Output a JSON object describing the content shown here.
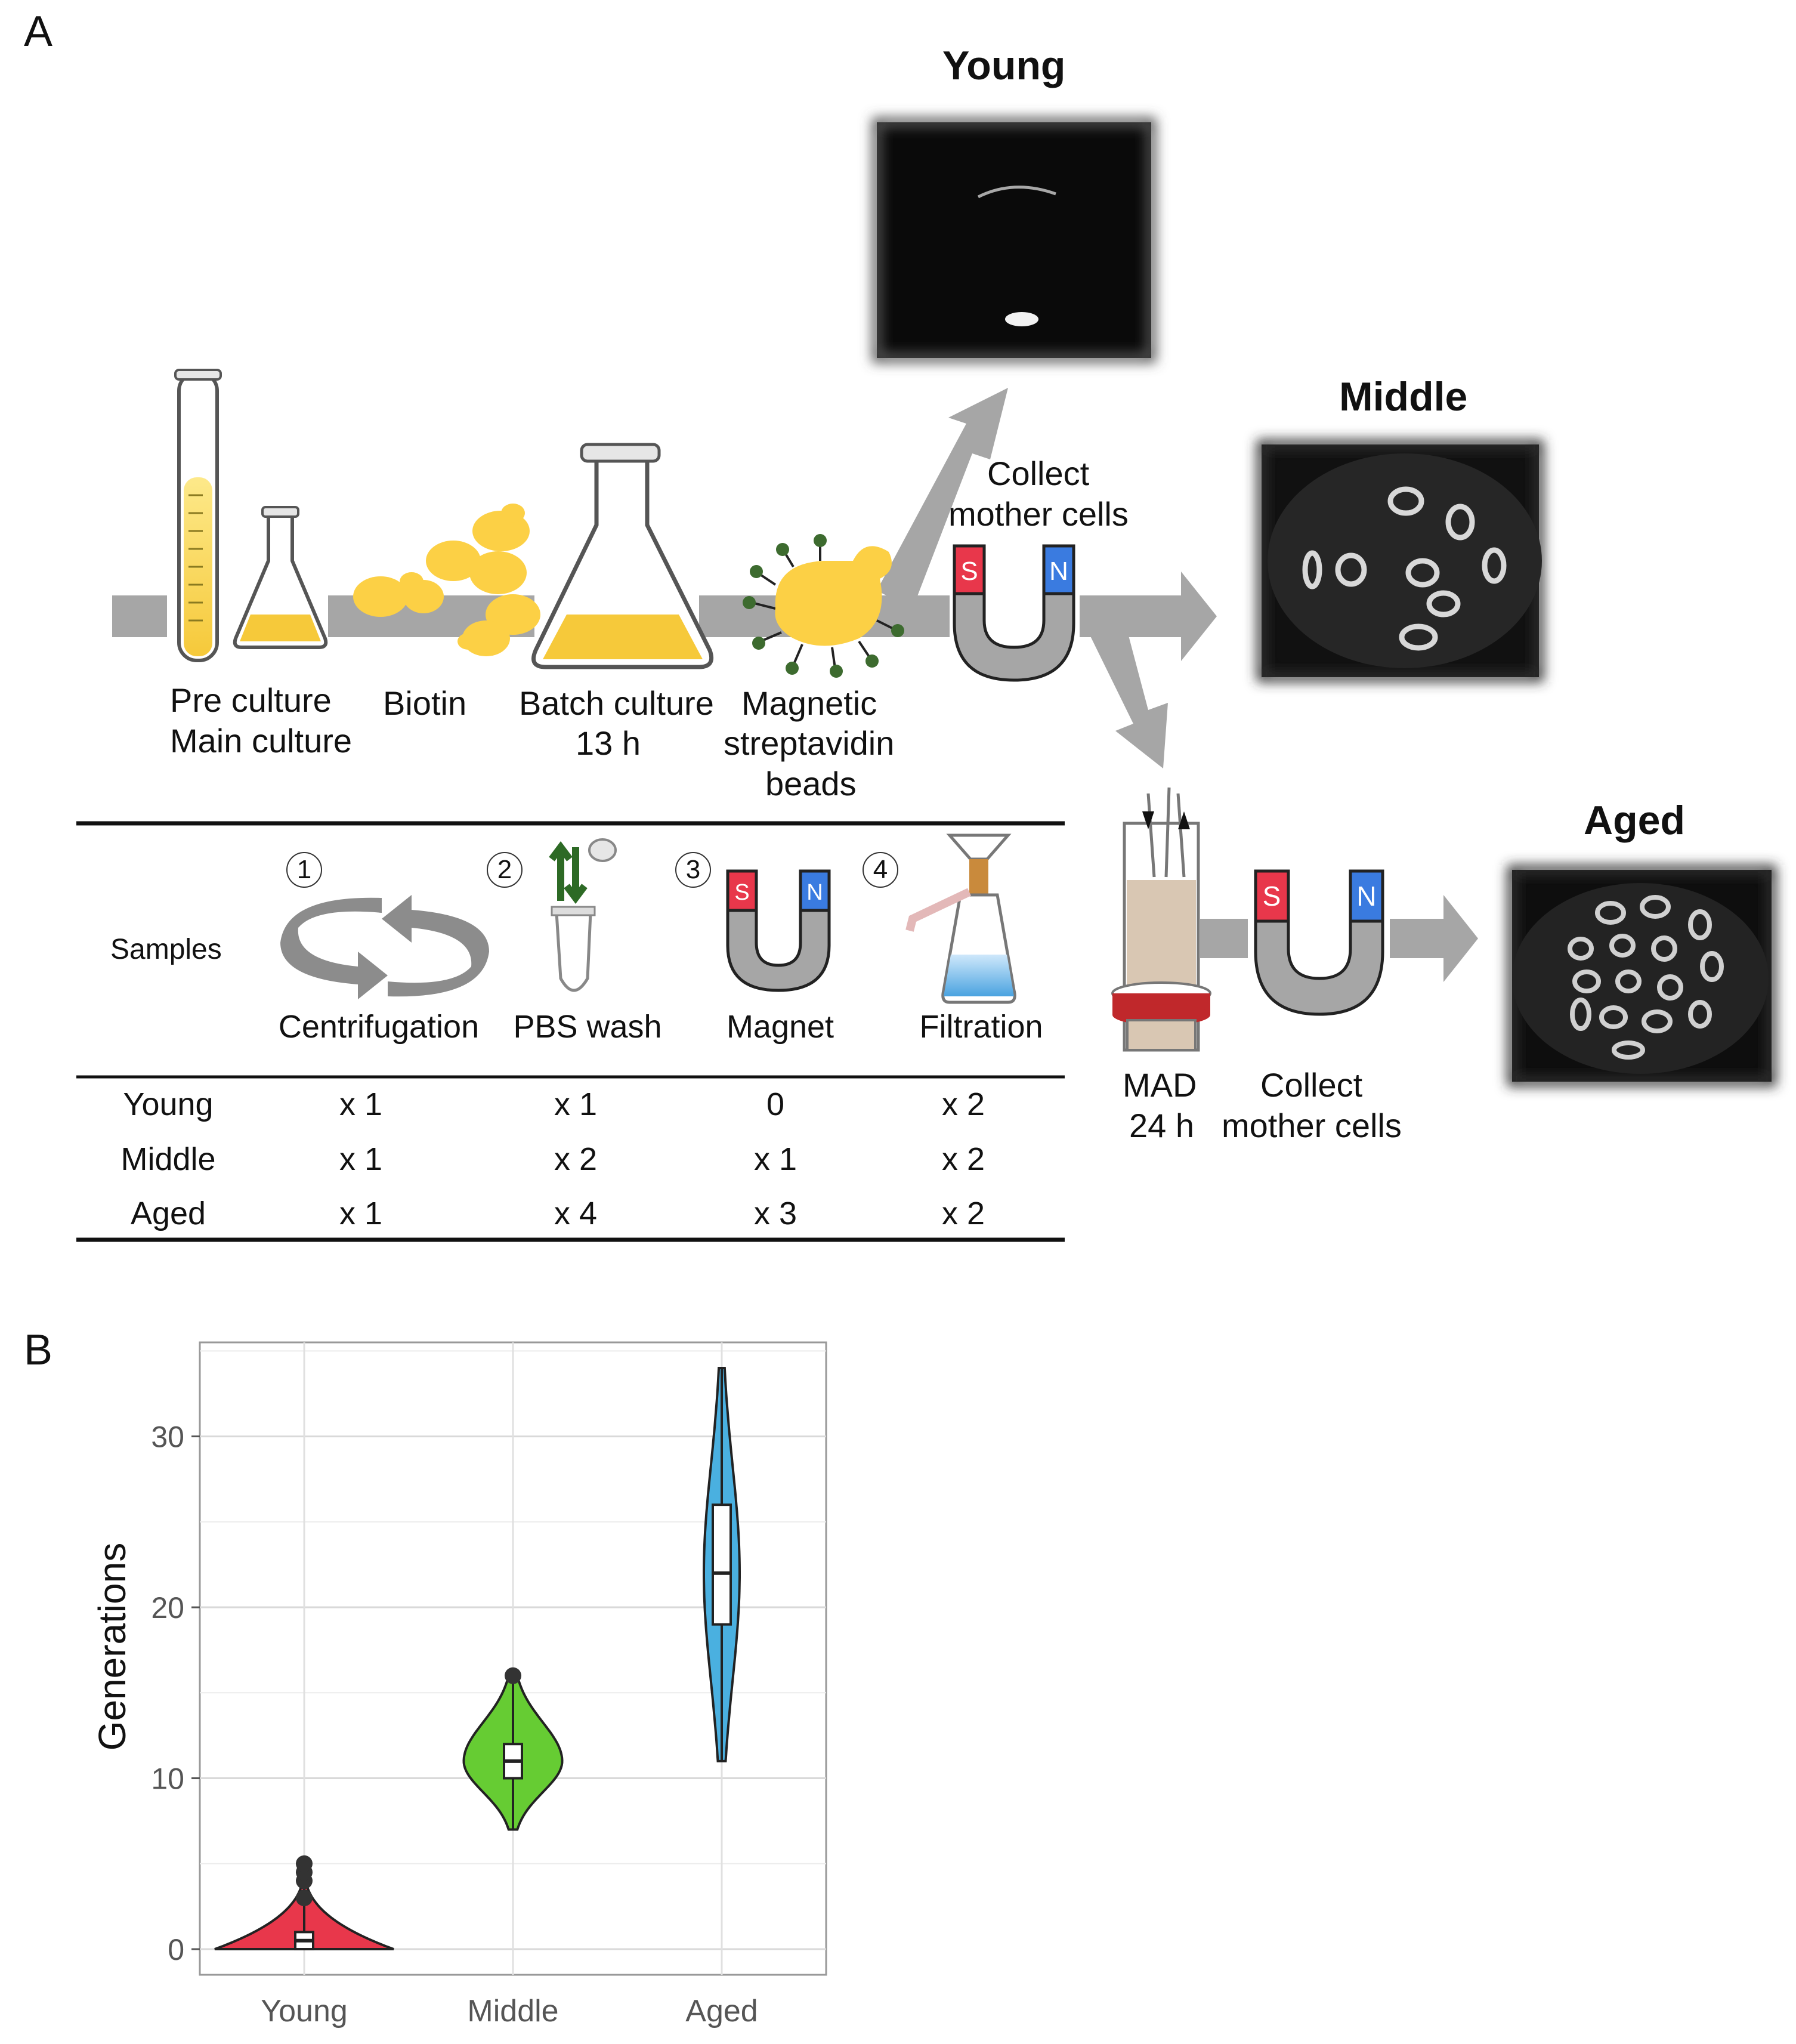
{
  "panel_a": {
    "label": "A",
    "steps": {
      "pre_culture": "Pre culture",
      "main_culture": "Main culture",
      "biotin": "Biotin",
      "batch_culture": "Batch culture",
      "batch_time": "13 h",
      "beads_1": "Magnetic",
      "beads_2": "streptavidin",
      "beads_3": "beads",
      "collect_1": "Collect",
      "collect_2": "mother cells",
      "mad": "MAD",
      "mad_time": "24 h",
      "collect2_1": "Collect",
      "collect2_2": "mother cells"
    },
    "magnet": {
      "s": "S",
      "n": "N"
    },
    "images": {
      "young": "Young",
      "middle": "Middle",
      "aged": "Aged"
    },
    "table": {
      "row_header": "Samples",
      "columns": [
        {
          "num": "1",
          "label": "Centrifugation"
        },
        {
          "num": "2",
          "label": "PBS wash"
        },
        {
          "num": "3",
          "label": "Magnet"
        },
        {
          "num": "4",
          "label": "Filtration"
        }
      ],
      "rows": [
        {
          "name": "Young",
          "values": [
            "x 1",
            "x 1",
            "0",
            "x 2"
          ]
        },
        {
          "name": "Middle",
          "values": [
            "x 1",
            "x 2",
            "x 1",
            "x 2"
          ]
        },
        {
          "name": "Aged",
          "values": [
            "x 1",
            "x 4",
            "x 3",
            "x 2"
          ]
        }
      ]
    }
  },
  "panel_b": {
    "label": "B",
    "chart_data": {
      "type": "violin",
      "ylabel": "Generations",
      "ylim": [
        -1.5,
        35.5
      ],
      "yticks": [
        0,
        10,
        20,
        30
      ],
      "categories": [
        "Young",
        "Middle",
        "Aged"
      ],
      "colors": [
        "#e8374b",
        "#66cc33",
        "#4ab0e0"
      ],
      "series": [
        {
          "category": "Young",
          "min": 0,
          "q1": 0,
          "median": 0.5,
          "q3": 1,
          "max": 5,
          "outliers": [
            3,
            4,
            4.5,
            5
          ]
        },
        {
          "category": "Middle",
          "min": 7,
          "q1": 10,
          "median": 11,
          "q3": 12,
          "max": 16,
          "outliers": [
            16
          ]
        },
        {
          "category": "Aged",
          "min": 11,
          "q1": 19,
          "median": 22,
          "q3": 26,
          "max": 34,
          "outliers": []
        }
      ]
    }
  }
}
